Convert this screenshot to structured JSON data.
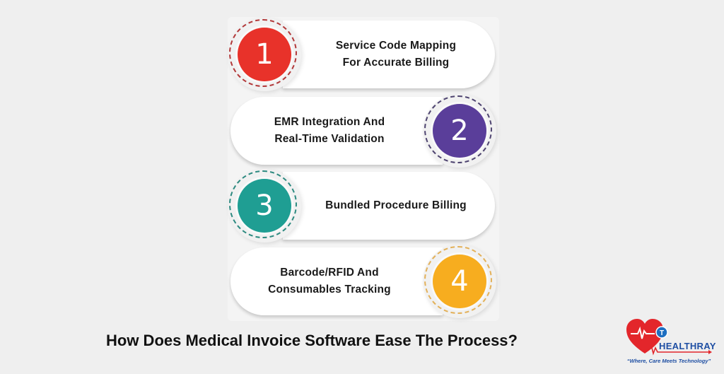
{
  "title": "How Does Medical Invoice Software Ease The Process?",
  "steps": [
    {
      "number": "1",
      "line1": "Service Code Mapping",
      "line2": "For Accurate Billing",
      "color": "#e8322a",
      "ring_color": "#b2393a",
      "side": "left"
    },
    {
      "number": "2",
      "line1": "EMR Integration And",
      "line2": "Real-Time Validation",
      "color": "#5a3e9a",
      "ring_color": "#4e4470",
      "side": "right"
    },
    {
      "number": "3",
      "line1": "Bundled Procedure Billing",
      "line2": "",
      "color": "#1f9e93",
      "ring_color": "#2d8a80",
      "side": "left"
    },
    {
      "number": "4",
      "line1": "Barcode/RFID And",
      "line2": "Consumables Tracking",
      "color": "#f7ad1f",
      "ring_color": "#e3b15a",
      "side": "right"
    }
  ],
  "logo": {
    "name": "HEALTHRAY",
    "tagline": "“Where, Care Meets Technology”",
    "heart_color": "#e3262b",
    "text_color": "#1f4fa3"
  }
}
